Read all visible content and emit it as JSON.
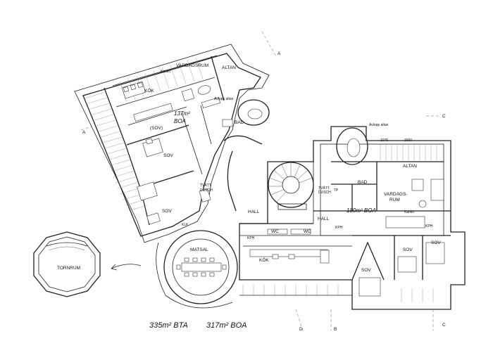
{
  "rooms": {
    "vardagsrum_left": "VARDAGSRUM",
    "kamin_left": "Kamin",
    "altan_left": "ALTAN",
    "kok_left": "KÖK",
    "boa_left": "137m²",
    "boa_left_unit": "BOA",
    "avlopp_left": "Avlopp altan",
    "bad_left": "BAD",
    "sov_paren": "(SOV)",
    "sov_left_1": "SOV",
    "tvatt_left_1": "TVÄTT",
    "tvatt_left_2": "DUSCH",
    "sov_left_2": "SOV",
    "klk": "KLK",
    "matsal": "MATSAL",
    "tornrum": "TORNRUM",
    "avlopp_right": "Avlopp altan",
    "altan_right": "ALTAN",
    "bad_right": "BAD",
    "tvatt_right_1": "TVÄTT",
    "tvatt_right_2": "DUSCH",
    "tp": "TP",
    "vardagsrum_right_1": "VARDAGS-",
    "vardagsrum_right_2": "RUM",
    "kamin_right": "Kamin",
    "hall_1": "HALL",
    "hall_2": "HALL",
    "boa_right": "180m² BOA",
    "wc_1": "WC",
    "wc_2": "WC",
    "kok_right": "KÖK",
    "sov_right_1": "SOV",
    "sov_right_2": "SOV",
    "sov_right_3": "SOV",
    "kph_1": "KPH",
    "kph_2": "KPH",
    "kph_3": "KPH",
    "dim_1": "1075",
    "dim_2": "3000"
  },
  "section_marks": {
    "a": "A",
    "b": "B",
    "c": "C",
    "d": "D"
  },
  "totals": {
    "bta": "335m² BTA",
    "boa": "317m² BOA"
  }
}
